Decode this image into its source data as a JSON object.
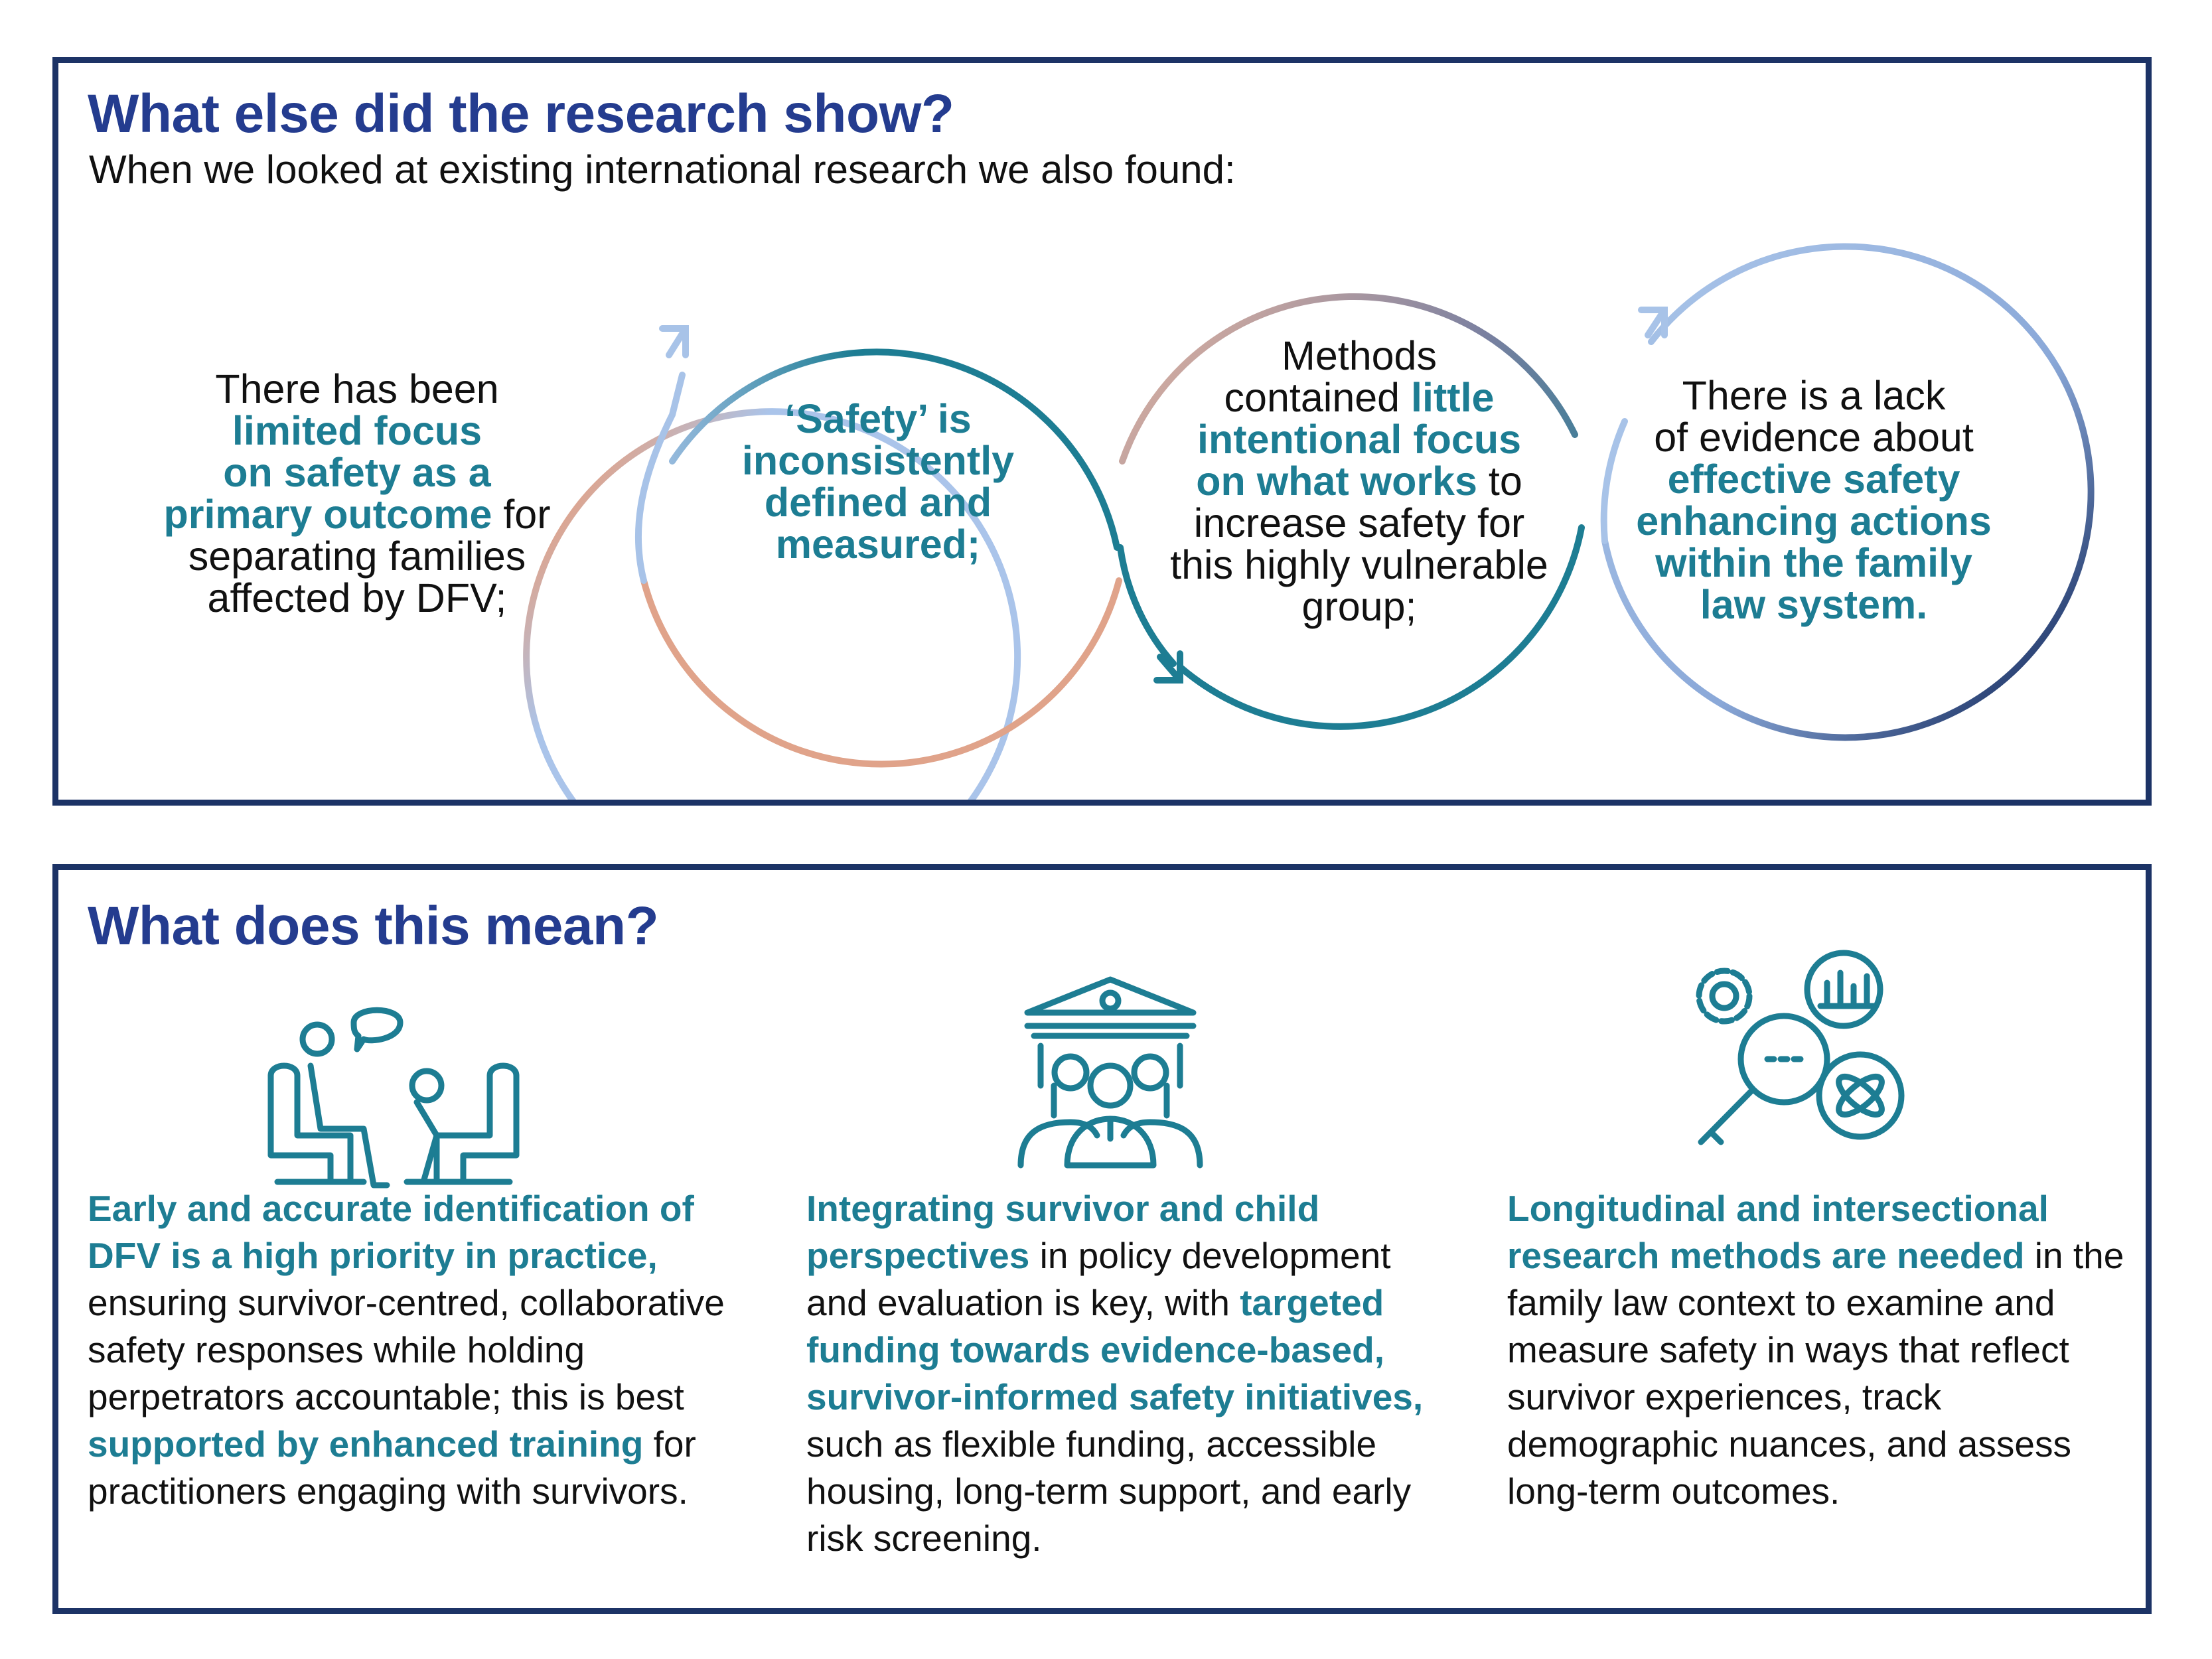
{
  "section1": {
    "heading": "What else did the research show?",
    "intro": "When we looked at existing international research we also found:",
    "circles": [
      {
        "parts": [
          {
            "t": "There has been",
            "hl": false
          },
          {
            "t": "limited focus",
            "hl": true
          },
          {
            "t": "on safety as a",
            "hl": true
          },
          {
            "t": "primary outcome",
            "hl": true
          },
          {
            "t": " for",
            "hl": false
          },
          {
            "t": "separating families",
            "hl": false
          },
          {
            "t": "affected by DFV;",
            "hl": false
          }
        ]
      },
      {
        "parts": [
          {
            "t": "‘Safety’ is",
            "hl": true
          },
          {
            "t": "inconsistently",
            "hl": true
          },
          {
            "t": "defined and",
            "hl": true
          },
          {
            "t": "measured;",
            "hl": true
          }
        ]
      },
      {
        "parts": [
          {
            "t": "Methods",
            "hl": false
          },
          {
            "t": "contained ",
            "hl": false
          },
          {
            "t": "little",
            "hl": true
          },
          {
            "t": "intentional focus",
            "hl": true
          },
          {
            "t": "on what works",
            "hl": true
          },
          {
            "t": " to",
            "hl": false
          },
          {
            "t": "increase safety for",
            "hl": false
          },
          {
            "t": "this highly vulnerable",
            "hl": false
          },
          {
            "t": "group;",
            "hl": false
          }
        ]
      },
      {
        "parts": [
          {
            "t": "There is a lack",
            "hl": false
          },
          {
            "t": "of evidence about",
            "hl": false
          },
          {
            "t": "effective safety",
            "hl": true
          },
          {
            "t": "enhancing actions",
            "hl": true
          },
          {
            "t": "within the family",
            "hl": true
          },
          {
            "t": "law system.",
            "hl": true
          }
        ]
      }
    ]
  },
  "section2": {
    "heading": "What does this mean?",
    "columns": [
      {
        "parts": [
          {
            "t": "Early and accurate identification of DFV is a high priority in practice,",
            "hl": true
          },
          {
            "t": " ensuring survivor-centred, collaborative safety responses while holding perpetrators accountable; this is best ",
            "hl": false
          },
          {
            "t": "supported by enhanced training",
            "hl": true
          },
          {
            "t": " for practitioners engaging with survivors.",
            "hl": false
          }
        ]
      },
      {
        "parts": [
          {
            "t": "Integrating survivor and child perspectives",
            "hl": true
          },
          {
            "t": " in policy development and evaluation is key, with ",
            "hl": false
          },
          {
            "t": "targeted funding towards evidence-based, survivor-informed safety initiatives,",
            "hl": true
          },
          {
            "t": " such as flexible funding, accessible housing, long-term support, and early risk screening.",
            "hl": false
          }
        ]
      },
      {
        "parts": [
          {
            "t": "Longitudinal and intersectional research methods are needed",
            "hl": true
          },
          {
            "t": " in the family law context to examine and measure safety in ways that reflect survivor experiences, track demographic nuances, and assess long-term outcomes.",
            "hl": false
          }
        ]
      }
    ]
  },
  "colors": {
    "navy": "#1c3366",
    "heading": "#243c8f",
    "teal": "#1d7d93",
    "salmon": "#e0a38a",
    "lightblue": "#a8c3e8"
  },
  "icons": [
    "counselling-session-icon",
    "government-community-icon",
    "research-analytics-icon"
  ]
}
